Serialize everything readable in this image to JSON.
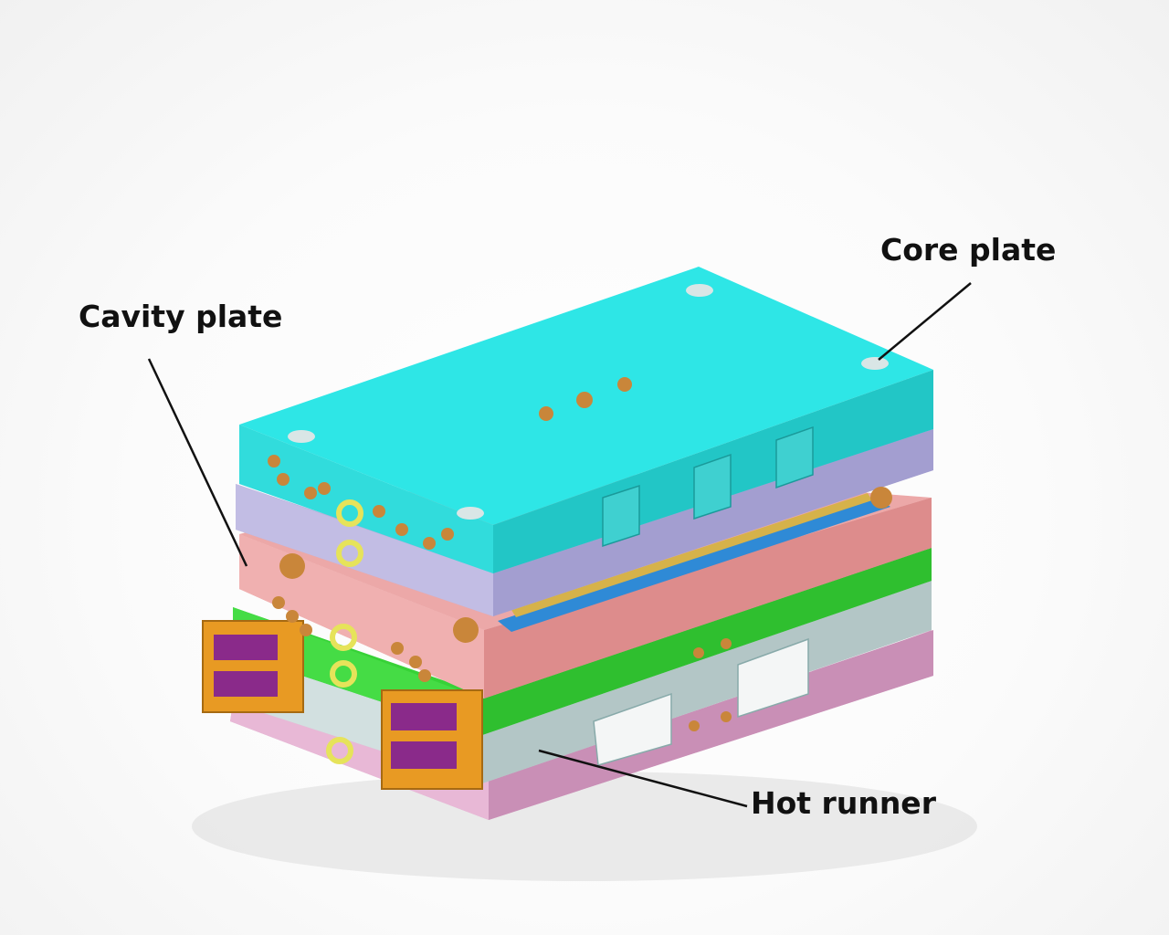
{
  "labels": {
    "core_plate": "Core plate",
    "cavity_plate": "Cavity plate",
    "hot_runner": "Hot runner"
  },
  "colors": {
    "core_plate_top": "#2ee6e6",
    "core_plate_side": "#24c9c9",
    "core_backing": "#b6b1dc",
    "cavity_plate": "#e79a9a",
    "green_plate": "#3ad43a",
    "hot_runner_plate": "#b9c9c9",
    "bottom_plate": "#dba7c8",
    "connector_orange": "#e89a23",
    "connector_purple": "#8a2a8a",
    "eyebolt_yellow": "#e6e35a",
    "fitting_bronze": "#c9863a"
  }
}
